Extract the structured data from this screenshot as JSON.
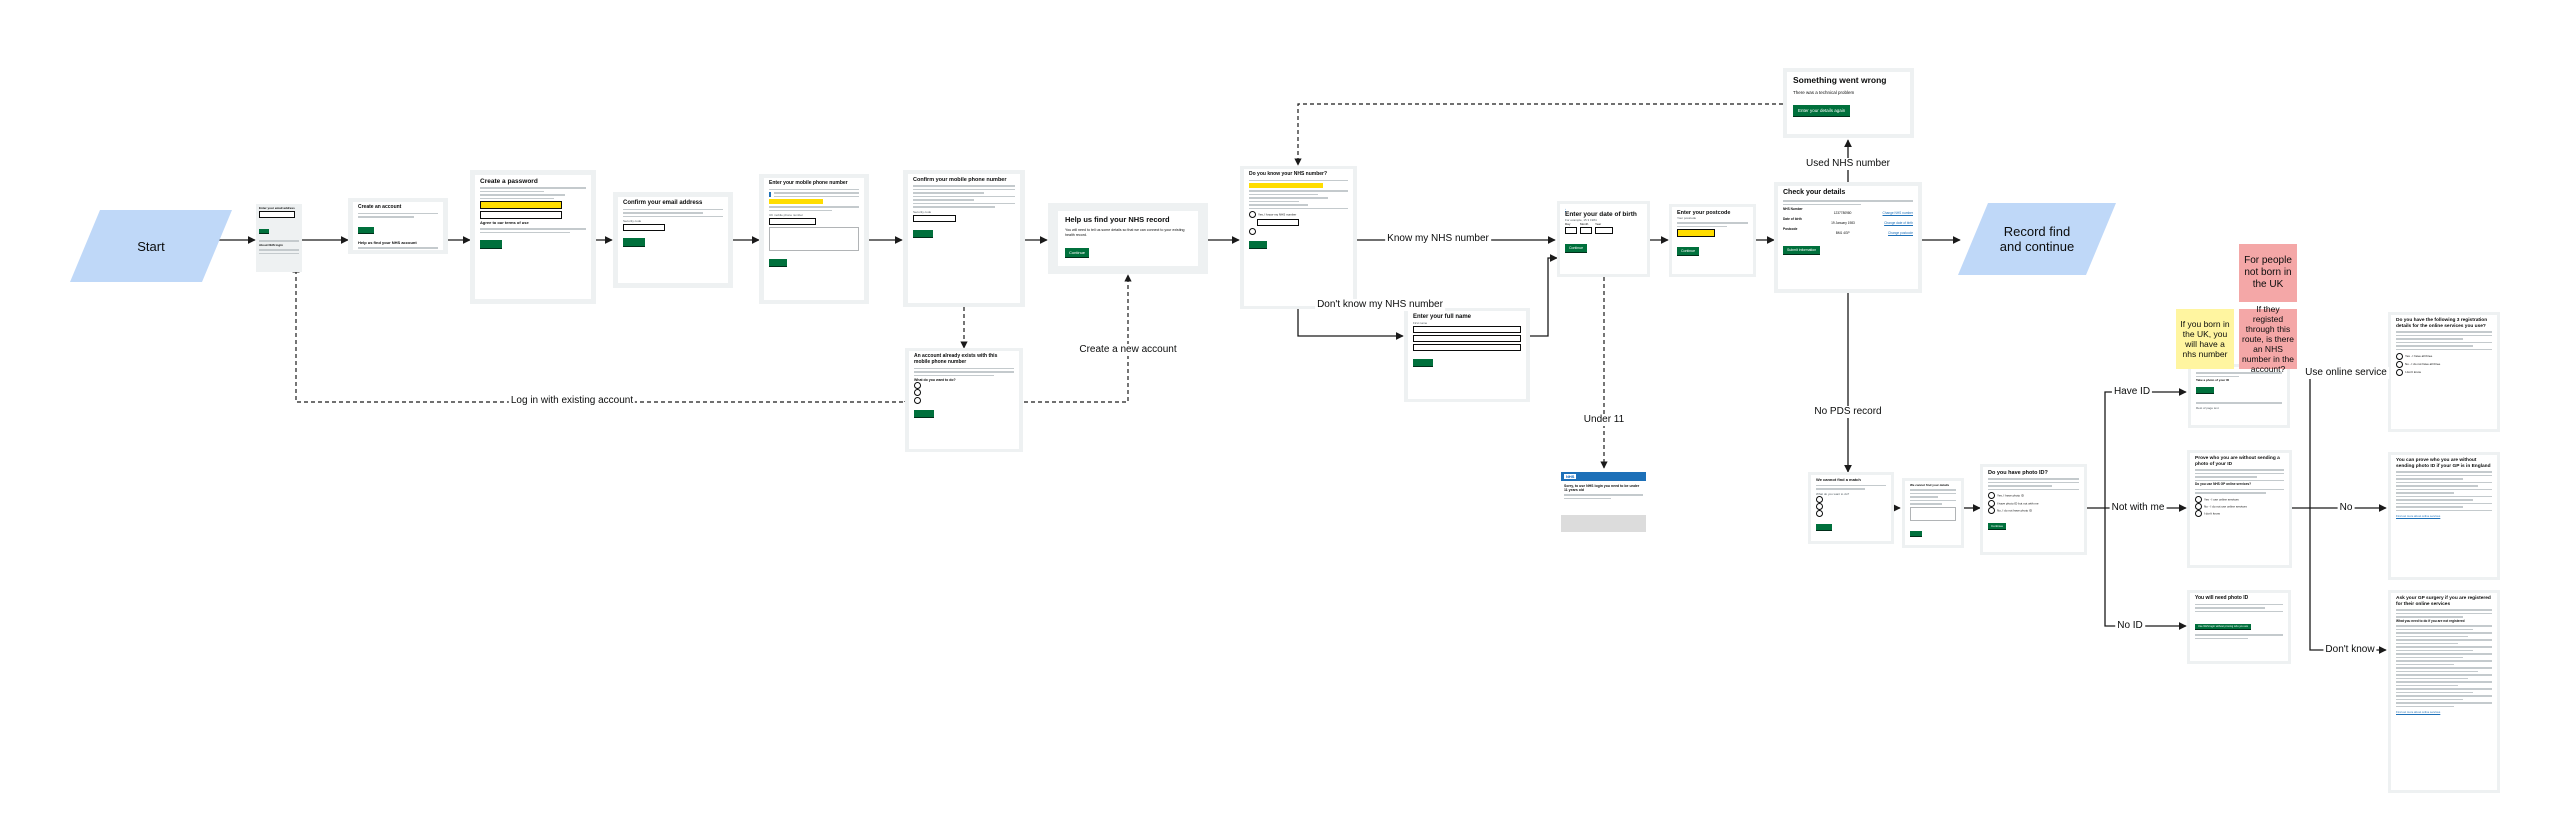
{
  "colors": {
    "parallelogram": "#bfd8f8",
    "screen_bg": "#eef1f2",
    "button": "#00703c",
    "link": "#1d70b8",
    "sticky_pink": "#f4a7a7",
    "sticky_yellow": "#fff5a0",
    "edge": "#1a1a1a",
    "highlight": "#ffdd00"
  },
  "start": {
    "label": "Start"
  },
  "end": {
    "label": "Record find and continue"
  },
  "edge_labels": {
    "know_nhs": "Know my NHS number",
    "dont_know_nhs": "Don't know my NHS number",
    "used_nhs": "Used NHS number",
    "no_pds": "No PDS record",
    "under_11": "Under 11",
    "create_account": "Create a new account",
    "login_existing": "Log in with existing account",
    "have_id": "Have ID",
    "not_with_me": "Not with me",
    "no_id": "No ID",
    "use_online": "Use online service",
    "no": "No",
    "dont_know": "Don't know"
  },
  "stickies": {
    "not_born_uk": "For people not born in the UK",
    "born_uk": "If you born in the UK, you will have a nhs number",
    "registered": "If they registed through this route, is there an NHS number in the account?"
  },
  "screens": {
    "s1": {
      "title": "Enter your email address",
      "text": "About NHS login",
      "button": "Continue"
    },
    "s2": {
      "title": "Create an account",
      "text": "Help us find your NHS account",
      "button": "Continue"
    },
    "s3": {
      "title": "Create a password",
      "text": "Agree to our terms of use",
      "button": "Continue"
    },
    "s4": {
      "title": "Confirm your email address",
      "text": "Security code",
      "button": "Continue"
    },
    "s5": {
      "title": "Enter your mobile phone number",
      "text": "UK mobile phone number",
      "button": "Continue"
    },
    "s6": {
      "title": "Confirm your mobile phone number",
      "text": "Security code",
      "button": "Continue"
    },
    "s6b": {
      "title": "An account already exists with this mobile phone number",
      "text": "What do you want to do?",
      "button": "Continue"
    },
    "s7": {
      "title": "Help us find your NHS record",
      "text": "You will need to tell us some details so that we can connect to your existing health record.",
      "button": "Continue"
    },
    "s8": {
      "title": "Do you know your NHS number?",
      "text": "Yes, I know my NHS number",
      "button": "Continue"
    },
    "s9": {
      "title": "Enter your full name",
      "text": "First name",
      "button": "Continue"
    },
    "s10": {
      "title": "Enter your date of birth",
      "text": "For example, 15 3 1984",
      "day": "Day",
      "month": "Month",
      "year": "Year",
      "button": "Continue"
    },
    "s11": {
      "title": "Enter your postcode",
      "text": "Your postcode",
      "button": "Continue"
    },
    "s12": {
      "title": "Check your details",
      "nhs_label": "NHS Number",
      "nhs_value": "1237780980",
      "dob_label": "Date of birth",
      "dob_value": "19 January 1983",
      "post_label": "Postcode",
      "post_value": "BM1 4GP",
      "change_nhs": "Change NHS number",
      "change_dob": "Change date of birth",
      "change_post": "Change postcode",
      "button": "Submit information"
    },
    "s13": {
      "title": "Something went wrong",
      "text": "There was a technical problem",
      "button": "Enter your details again"
    },
    "s14": {
      "brand": "NHS",
      "title": "Sorry, to use NHS login you need to be under 11 years old"
    },
    "s15": {
      "title": "We cannot find a match",
      "text": "What do you want to do?",
      "button": "Continue"
    },
    "s16": {
      "title": "We cannot find your details",
      "button": "Continue"
    },
    "s17": {
      "title": "Do you have photo ID?",
      "opt1": "Yes, I have photo ID",
      "opt2": "I have photo ID but not with me",
      "opt3": "No, I do not have photo ID",
      "button": "Continue"
    },
    "s18": {
      "title": "Take a photo of your ID",
      "text": "Rest of page text",
      "button": "Continue"
    },
    "s19": {
      "title": "Prove who you are without sending a photo of your ID",
      "text": "Do you use NHS GP online services?",
      "opt1": "Yes - I use online services",
      "opt2": "No - I do not use online services",
      "opt3": "I don't know"
    },
    "s20": {
      "title": "You will need photo ID",
      "button": "Use NHS login without proving who you are"
    },
    "s21": {
      "title": "Do you have the following 3 registration details for the online services you use?",
      "opt1": "Yes - I have all three",
      "opt2": "No - I do not have all three",
      "opt3": "I don't know"
    },
    "s22": {
      "title": "You can prove who you are without sending photo ID if your GP is in England",
      "link": "Find out more about online services"
    },
    "s23": {
      "title": "Ask your GP surgery if you are registered for their online services",
      "text": "What you need to do if you are not registered",
      "link": "Find out more about online services"
    }
  }
}
